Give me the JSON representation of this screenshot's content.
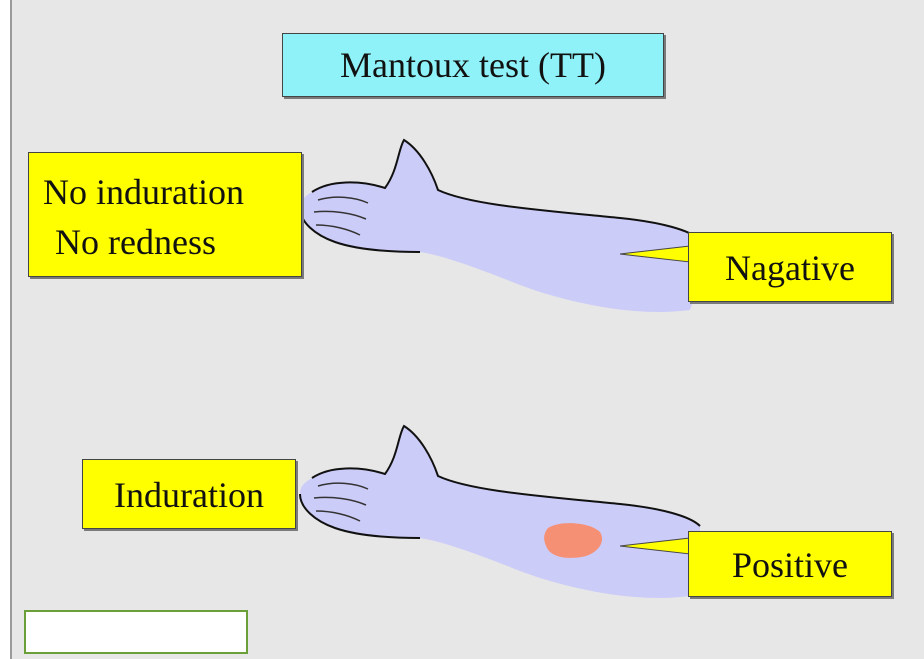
{
  "title": "Mantoux test (TT)",
  "top_arm": {
    "left_label_lines": [
      "No induration",
      "No redness"
    ],
    "result_label": "Nagative"
  },
  "bottom_arm": {
    "left_label": "Induration",
    "result_label": "Positive"
  },
  "colors": {
    "background": "#e7e7e7",
    "title_box": "#8ff2f8",
    "label_box": "#ffff00",
    "arm_fill": "#ccccf9",
    "induration_spot": "#f59074"
  }
}
